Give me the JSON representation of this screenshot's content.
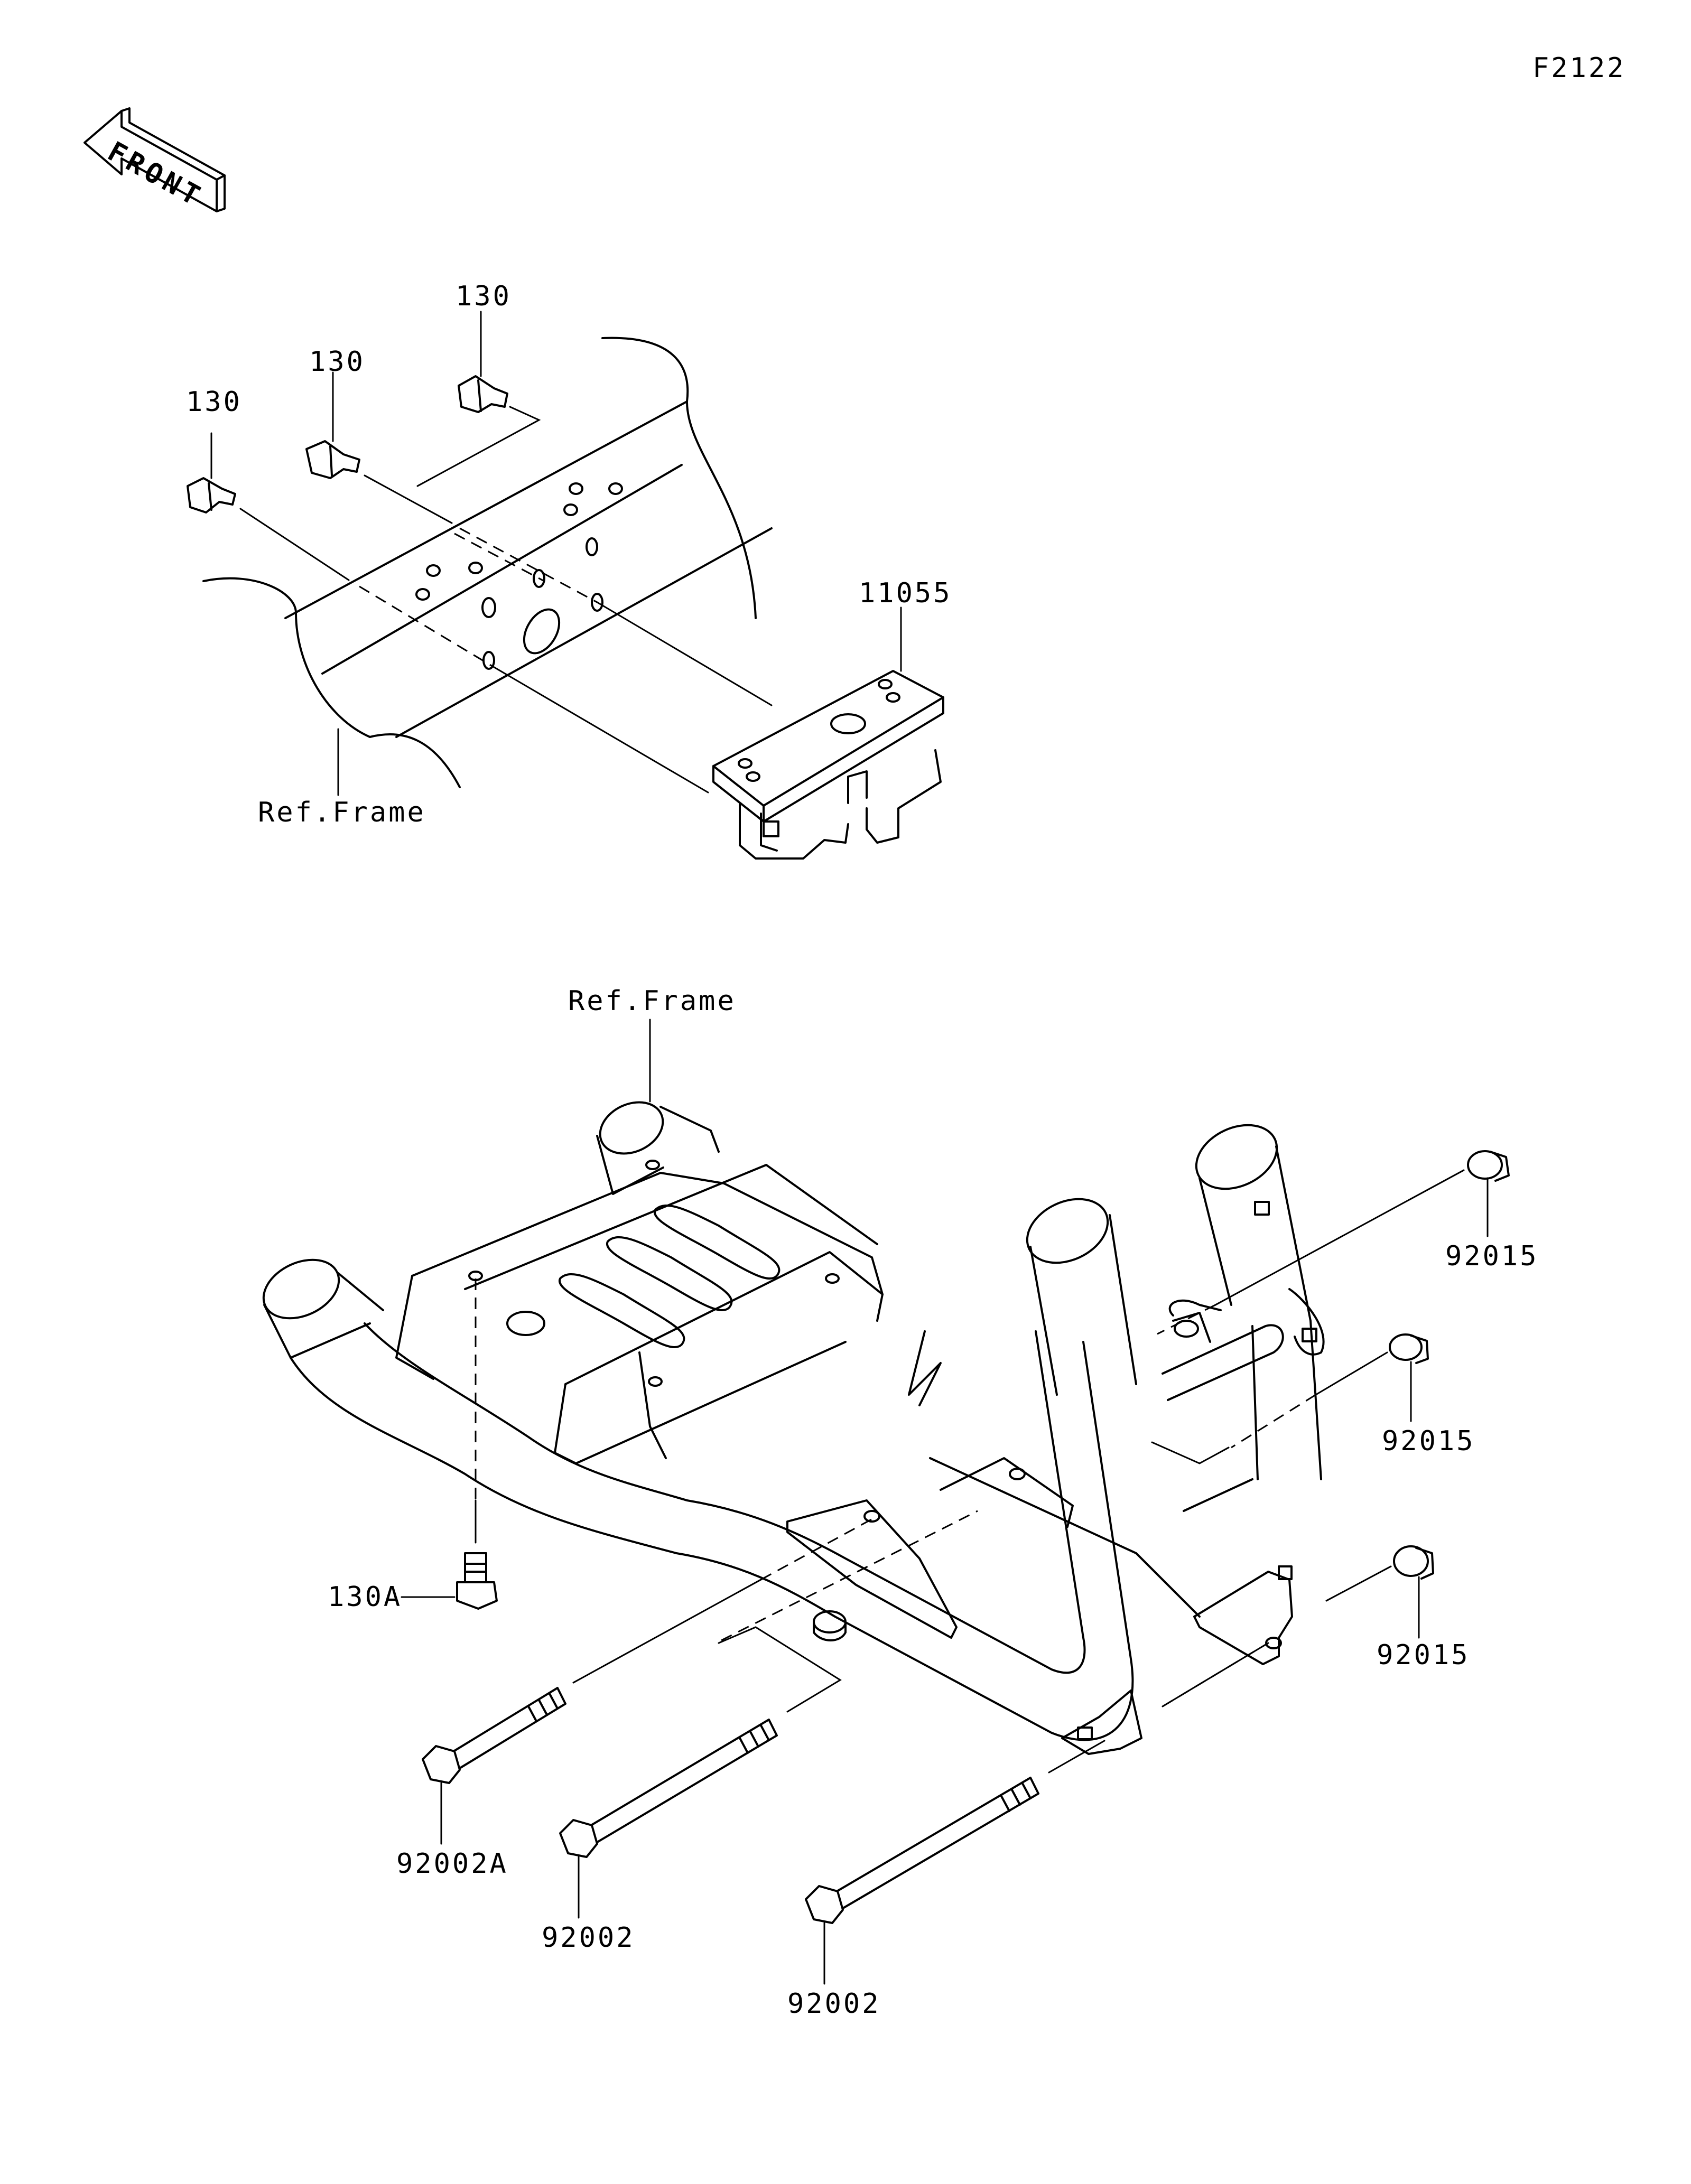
{
  "figure_code": "F2122",
  "front_label": "FRONT",
  "upper": {
    "bolt_130_a": "130",
    "bolt_130_b": "130",
    "bolt_130_c": "130",
    "bracket": "11055",
    "frame_ref": "Ref.Frame"
  },
  "lower": {
    "frame_ref": "Ref.Frame",
    "bolt_130A": "130A",
    "nut_92015_top": "92015",
    "nut_92015_mid": "92015",
    "nut_92015_low": "92015",
    "bolt_92002A": "92002A",
    "bolt_92002_mid": "92002",
    "bolt_92002_low": "92002"
  }
}
